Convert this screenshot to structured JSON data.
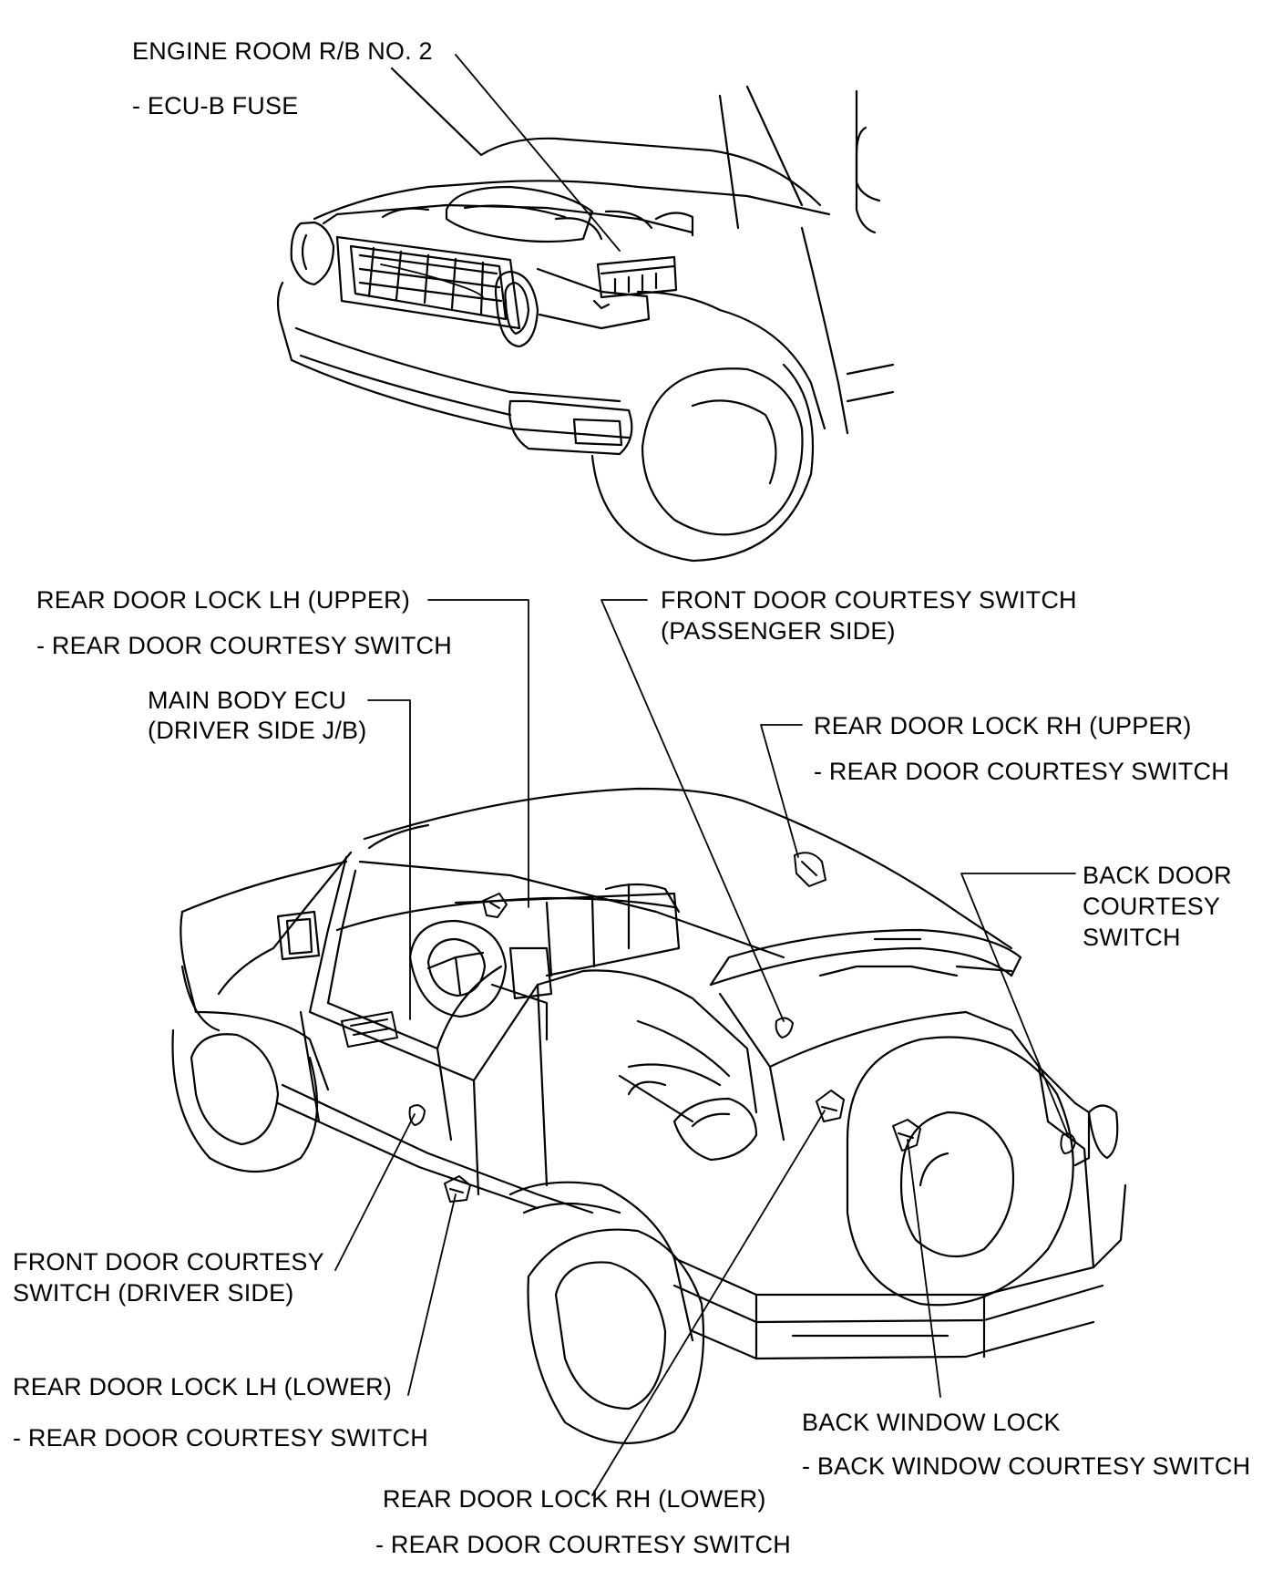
{
  "labels": {
    "engine_room_rb": "ENGINE ROOM R/B NO. 2",
    "ecu_b_fuse": "- ECU-B FUSE",
    "rear_door_lock_lh_upper": "REAR DOOR LOCK LH (UPPER)",
    "rear_door_lock_lh_upper_sub": "- REAR DOOR COURTESY SWITCH",
    "main_body_ecu": "MAIN BODY ECU",
    "main_body_ecu_sub": "(DRIVER SIDE J/B)",
    "front_door_courtesy_passenger_1": "FRONT DOOR COURTESY SWITCH",
    "front_door_courtesy_passenger_2": "(PASSENGER SIDE)",
    "rear_door_lock_rh_upper": "REAR DOOR LOCK RH (UPPER)",
    "rear_door_lock_rh_upper_sub": "- REAR DOOR COURTESY SWITCH",
    "back_door_courtesy_1": "BACK DOOR",
    "back_door_courtesy_2": "COURTESY",
    "back_door_courtesy_3": "SWITCH",
    "front_door_courtesy_driver_1": "FRONT DOOR COURTESY",
    "front_door_courtesy_driver_2": "SWITCH (DRIVER SIDE)",
    "rear_door_lock_lh_lower": "REAR DOOR LOCK LH (LOWER)",
    "rear_door_lock_lh_lower_sub": "- REAR DOOR COURTESY SWITCH",
    "back_window_lock": "BACK WINDOW LOCK",
    "back_window_lock_sub": "- BACK WINDOW COURTESY SWITCH",
    "rear_door_lock_rh_lower": "REAR DOOR LOCK RH (LOWER)",
    "rear_door_lock_rh_lower_sub": "- REAR DOOR COURTESY SWITCH"
  },
  "colors": {
    "ink": "#000000",
    "paper": "#ffffff"
  }
}
